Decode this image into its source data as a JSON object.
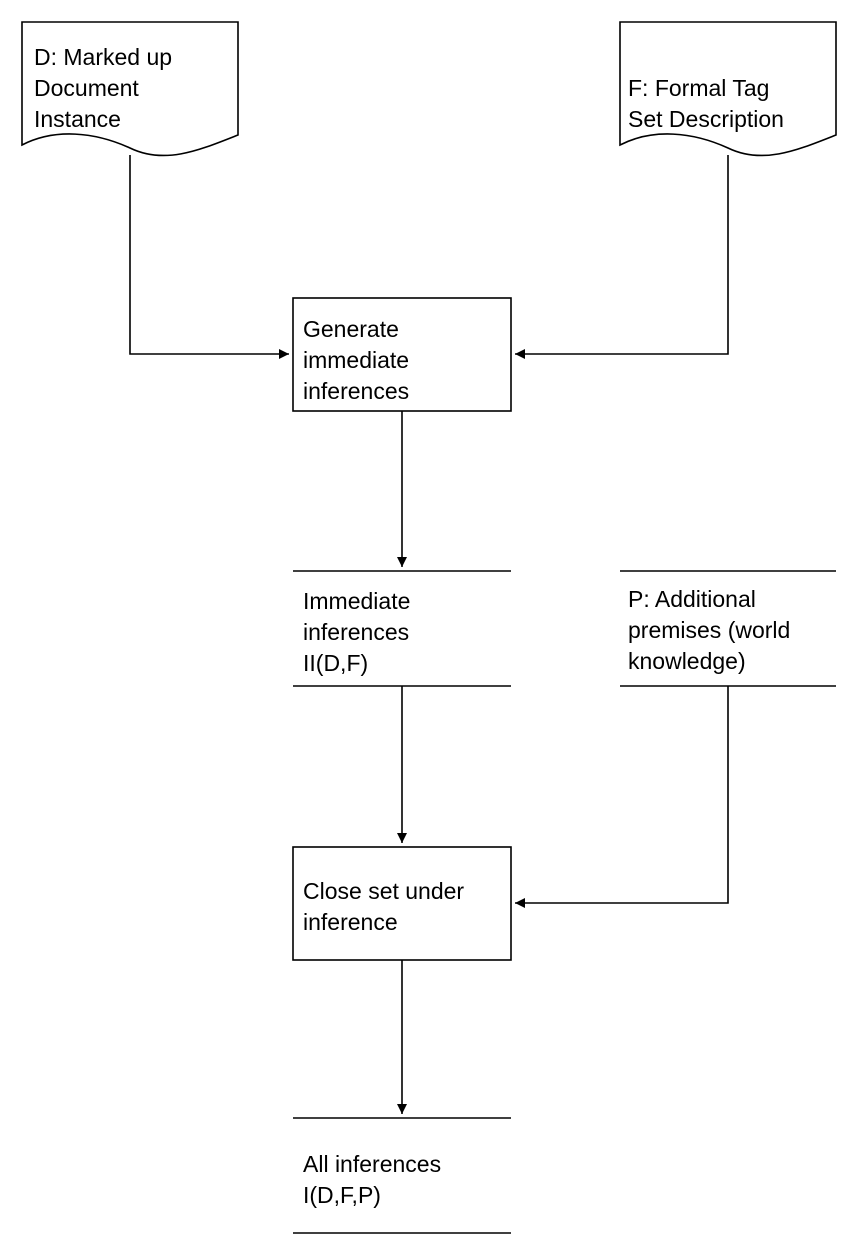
{
  "nodes": {
    "document_instance": {
      "shape": "document",
      "lines": [
        "D: Marked up",
        "Document",
        "Instance"
      ]
    },
    "tag_set_description": {
      "shape": "document",
      "lines": [
        "F: Formal Tag",
        "Set Description"
      ]
    },
    "generate_inferences": {
      "shape": "process",
      "lines": [
        "Generate",
        "immediate",
        "inferences"
      ]
    },
    "immediate_inferences": {
      "shape": "data-store",
      "lines": [
        "Immediate",
        "inferences",
        "II(D,F)"
      ]
    },
    "additional_premises": {
      "shape": "data-store",
      "lines": [
        "P: Additional",
        "premises (world",
        "knowledge)"
      ]
    },
    "close_set": {
      "shape": "process",
      "lines": [
        "Close set under",
        "inference"
      ]
    },
    "all_inferences": {
      "shape": "data-store",
      "lines": [
        "All inferences",
        "I(D,F,P)"
      ]
    }
  },
  "edges": [
    {
      "from": "document_instance",
      "to": "generate_inferences"
    },
    {
      "from": "tag_set_description",
      "to": "generate_inferences"
    },
    {
      "from": "generate_inferences",
      "to": "immediate_inferences"
    },
    {
      "from": "immediate_inferences",
      "to": "close_set"
    },
    {
      "from": "additional_premises",
      "to": "close_set"
    },
    {
      "from": "close_set",
      "to": "all_inferences"
    }
  ]
}
